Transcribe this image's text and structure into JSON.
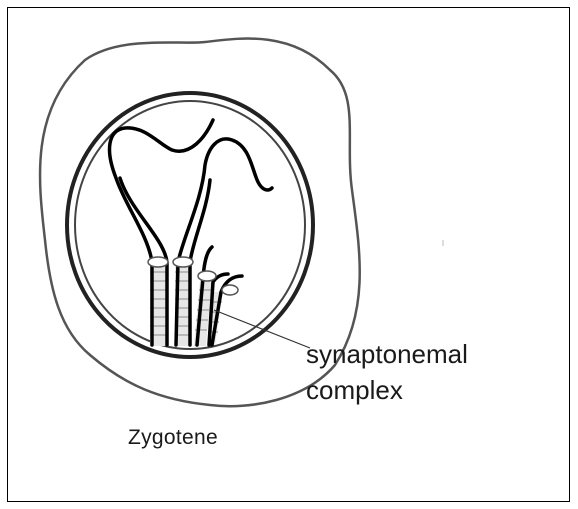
{
  "diagram": {
    "stage_label": "Zygotene",
    "callout_line1": "synaptonemal",
    "callout_line2": "complex"
  }
}
